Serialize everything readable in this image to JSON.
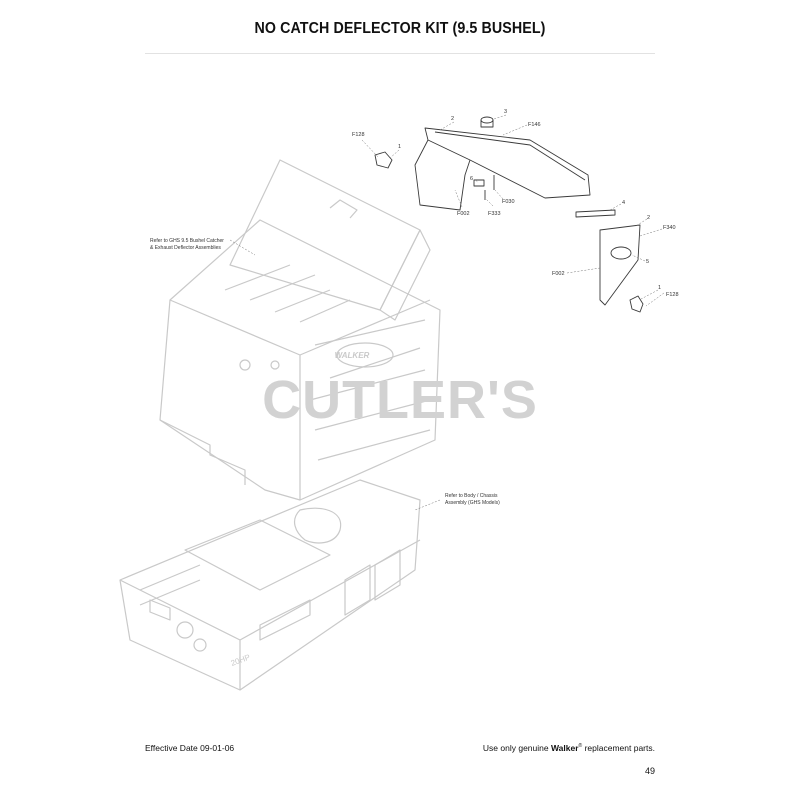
{
  "page": {
    "title": "NO CATCH DEFLECTOR KIT (9.5 BUSHEL)",
    "watermark": "CUTLER'S",
    "brand_badge": "WALKER",
    "engine_label": "20HP"
  },
  "notes": {
    "catcher_line1": "Refer to GHS 9.5 Bushel Catcher",
    "catcher_line2": "& Exhaust Deflector Assemblies",
    "body_line1": "Refer to Body / Chassis",
    "body_line2": "Assembly (GHS Models)"
  },
  "callouts": {
    "c1_top": "1",
    "c2_top": "2",
    "c3": "3",
    "c4": "4",
    "c5": "5",
    "c6": "6",
    "c2_mid": "2",
    "c1_bot": "1",
    "f128_top": "F128",
    "f146": "F146",
    "f002_top": "F002",
    "f333": "F333",
    "f030": "F030",
    "f340": "F340",
    "f002_bot": "F002",
    "f128_bot": "F128"
  },
  "footer": {
    "effective_date": "Effective Date 09-01-06",
    "note_prefix": "Use only genuine",
    "brand": "Walker",
    "registered": "®",
    "note_suffix": "replacement parts.",
    "page_number": "49"
  },
  "colors": {
    "line_art": "#c9c9c9",
    "part_line": "#3a3a3a",
    "watermark": "#d2d2d2"
  }
}
